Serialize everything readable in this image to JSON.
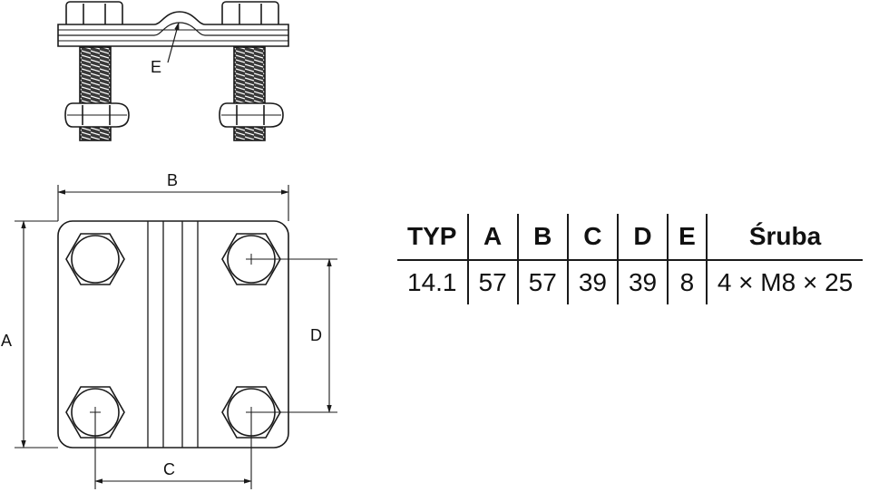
{
  "drawing": {
    "dimension_labels": {
      "a": "A",
      "b": "B",
      "c": "C",
      "d": "D",
      "e": "E"
    },
    "line_color": "#1a1a1a"
  },
  "table": {
    "headers": [
      "TYP",
      "A",
      "B",
      "C",
      "D",
      "E",
      "Śruba"
    ],
    "rows": [
      [
        "14.1",
        "57",
        "57",
        "39",
        "39",
        "8",
        "4 × M8 × 25"
      ]
    ]
  }
}
